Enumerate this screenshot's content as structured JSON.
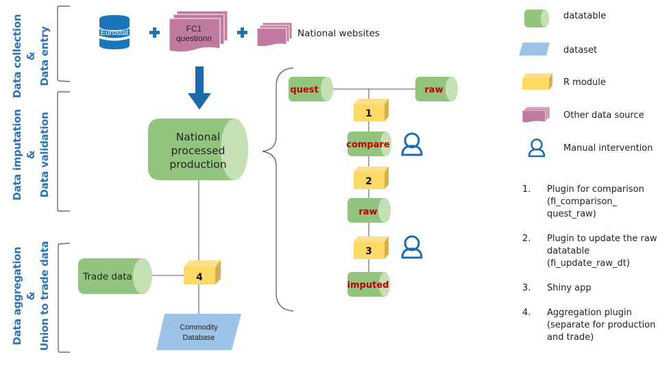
{
  "stages": [
    {
      "line1": "Data collection",
      "amp": "&",
      "line2": "Data entry"
    },
    {
      "line1": "Data imputation",
      "amp": "&",
      "line2": "Data validation"
    },
    {
      "line1": "Data aggregation",
      "amp": "&",
      "line2": "Union to trade data"
    }
  ],
  "sources": {
    "eurostat": "Eurostat",
    "fc1_line1": "FC1",
    "fc1_line2": "questionn",
    "national_websites": "National websites"
  },
  "main_table": {
    "line1": "National",
    "line2": "processed",
    "line3": "production"
  },
  "detail": {
    "quest": "quest",
    "raw_top": "raw",
    "module1": "1",
    "compare": "compare",
    "module2": "2",
    "raw_mid": "raw",
    "module3": "3",
    "imputed": "imputed"
  },
  "aggregation": {
    "trade_data": "Trade data",
    "module4": "4",
    "commodity_line1": "Commodity",
    "commodity_line2": "Database"
  },
  "legend": [
    {
      "icon": "datatable-cylinder-icon",
      "label": "datatable"
    },
    {
      "icon": "dataset-parallelogram-icon",
      "label": "dataset"
    },
    {
      "icon": "r-module-box-icon",
      "label": "R module"
    },
    {
      "icon": "other-data-source-icon",
      "label": "Other data source"
    },
    {
      "icon": "user-icon",
      "label": "Manual intervention"
    }
  ],
  "notes": [
    {
      "num": "1.",
      "text": "Plugin for comparison (fi_comparison_ quest_raw)"
    },
    {
      "num": "2.",
      "text": "Plugin to update the raw datatable (fi_update_raw_dt)"
    },
    {
      "num": "3.",
      "text": "Shiny app"
    },
    {
      "num": "4.",
      "text": "Aggregation plugin (separate for production and trade)"
    }
  ],
  "colors": {
    "stage_label": "#2E75B6",
    "datatable": "#93C47D",
    "datatable_end": "#C5E0B4",
    "module": "#FFD966",
    "dataset": "#9DC3E6",
    "other_source": "#C27BA0",
    "accent_blue": "#1F6FB2",
    "red_text": "#C00000"
  }
}
